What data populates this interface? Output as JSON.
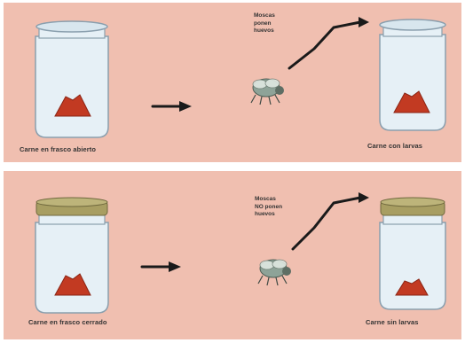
{
  "colors": {
    "background": "#f0bfb0",
    "divider": "#ffffff",
    "jar_glass": "#e6f0f6",
    "jar_outline": "#8a9fae",
    "open_rim": "#d8e6ee",
    "lid": "#a89e62",
    "meat": "#c23a22",
    "arrow": "#1a1a1a",
    "fly": "#8ea398"
  },
  "top": {
    "caption_left": "Carne en frasco abierto",
    "note_lines": [
      "Moscas",
      "ponen",
      "huevos"
    ],
    "caption_right": "Carne con larvas"
  },
  "bottom": {
    "caption_left": "Carne en frasco cerrado",
    "note_lines": [
      "Moscas",
      "NO ponen",
      "huevos"
    ],
    "caption_right": "Carne sin larvas"
  }
}
